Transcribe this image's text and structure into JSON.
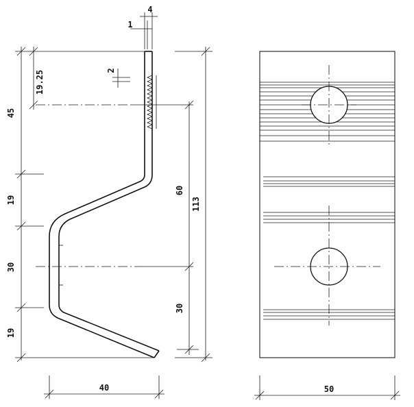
{
  "drawing": {
    "side_view": {
      "dims": {
        "tab_width": "4",
        "tab_offset": "1",
        "tooth_pitch": "2",
        "hole_offset": "19.25",
        "seg_45": "45",
        "seg_19_top": "19",
        "seg_30": "30",
        "seg_19_bottom": "19",
        "hole_spacing": "60",
        "overall_height": "113",
        "lower_30": "30",
        "depth": "40"
      }
    },
    "front_view": {
      "dims": {
        "width": "50"
      }
    }
  }
}
